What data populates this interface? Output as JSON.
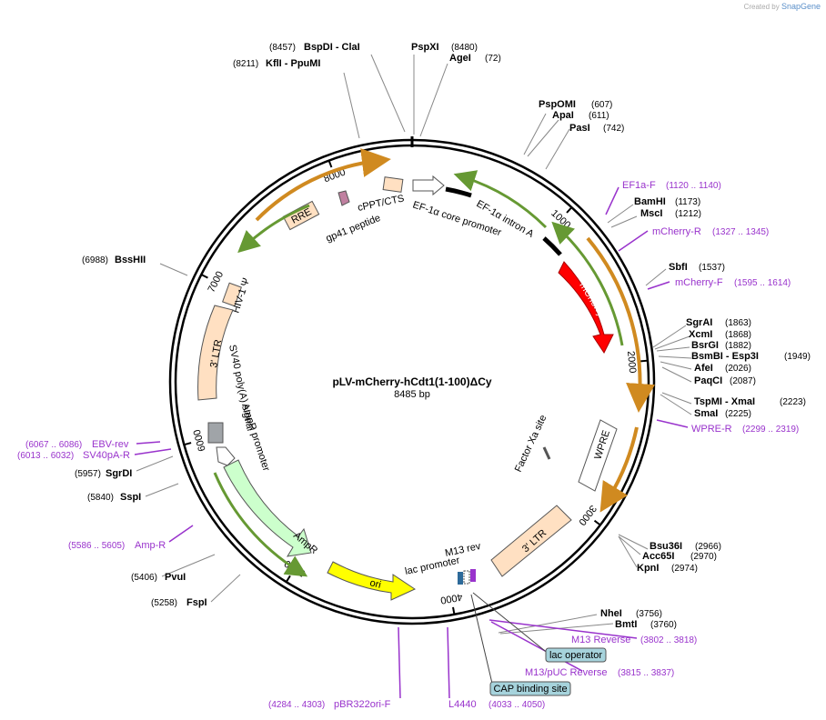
{
  "credit": {
    "prefix": "Created by",
    "brand": "SnapGene"
  },
  "plasmid": {
    "name": "pLV-mCherry-hCdt1(1-100)ΔCy",
    "length": "8485 bp"
  },
  "scale_ticks": [
    "1000",
    "2000",
    "3000",
    "4000",
    "5000",
    "6000",
    "7000",
    "8000"
  ],
  "sites": [
    {
      "pos": "(8457)",
      "name": "BspDI   - ClaI"
    },
    {
      "pos": "(8211)",
      "name": "KflI   - PpuMI"
    },
    {
      "name": "PspXI",
      "pos": "(8480)"
    },
    {
      "name": "AgeI",
      "pos": "(72)"
    },
    {
      "name": "PspOMI",
      "pos": "(607)"
    },
    {
      "name": "ApaI",
      "pos": "(611)"
    },
    {
      "name": "PasI",
      "pos": "(742)"
    },
    {
      "name": "BamHI",
      "pos": "(1173)"
    },
    {
      "name": "MscI",
      "pos": "(1212)"
    },
    {
      "name": "SbfI",
      "pos": "(1537)"
    },
    {
      "name": "SgrAI",
      "pos": "(1863)"
    },
    {
      "name": "XcmI",
      "pos": "(1868)"
    },
    {
      "name": "BsrGI",
      "pos": "(1882)"
    },
    {
      "name": "BsmBI   - Esp3I",
      "pos": "(1949)"
    },
    {
      "name": "AfeI",
      "pos": "(2026)"
    },
    {
      "name": "PaqCI",
      "pos": "(2087)"
    },
    {
      "name": "TspMI   - XmaI",
      "pos": "(2223)"
    },
    {
      "name": "SmaI",
      "pos": "(2225)"
    },
    {
      "name": "Bsu36I",
      "pos": "(2966)"
    },
    {
      "name": "Acc65I",
      "pos": "(2970)"
    },
    {
      "name": "KpnI",
      "pos": "(2974)"
    },
    {
      "name": "NheI",
      "pos": "(3756)"
    },
    {
      "name": "BmtI",
      "pos": "(3760)"
    },
    {
      "pos": "(6988)",
      "name": "BssHII"
    },
    {
      "pos": "(5957)",
      "name": "SgrDI"
    },
    {
      "pos": "(5840)",
      "name": "SspI"
    },
    {
      "pos": "(5406)",
      "name": "PvuI"
    },
    {
      "pos": "(5258)",
      "name": "FspI"
    }
  ],
  "primers": [
    {
      "name": "EF1a-F",
      "range": "(1120 .. 1140)"
    },
    {
      "name": "mCherry-R",
      "range": "(1327 .. 1345)"
    },
    {
      "name": "mCherry-F",
      "range": "(1595 .. 1614)"
    },
    {
      "name": "WPRE-R",
      "range": "(2299 .. 2319)"
    },
    {
      "name": "M13 Reverse",
      "range": "(3802 .. 3818)"
    },
    {
      "name": "M13/pUC Reverse",
      "range": "(3815 .. 3837)"
    },
    {
      "name": "L4440",
      "range": "(4033 .. 4050)"
    },
    {
      "name": "pBR322ori-F",
      "range": "(4284 .. 4303)"
    },
    {
      "name": "Amp-R",
      "range": "(5586 .. 5605)"
    },
    {
      "name": "SV40pA-R",
      "range": "(6013 .. 6032)"
    },
    {
      "name": "EBV-rev",
      "range": "(6067 .. 6086)"
    }
  ],
  "boxed_features": {
    "lac_operator": "lac operator",
    "cap_binding_site": "CAP binding site"
  },
  "features": {
    "ef1a_core_promoter": "EF-1α core promoter",
    "ef1a_intron": "EF-1α intron A",
    "mcherry": "mCherry",
    "wpre": "WPRE",
    "factor_xa": "Factor Xa site",
    "ltr3_right": "3' LTR",
    "m13_rev": "M13 rev",
    "lac_promoter": "lac promoter",
    "ori": "ori",
    "ampr": "AmpR",
    "ampr_promoter": "AmpR promoter",
    "sv40_polya": "SV40 poly(A) signal",
    "ltr3_left": "3' LTR",
    "hiv_psi": "HIV-1 Ψ",
    "rre": "RRE",
    "gp41": "gp41 peptide",
    "cppt": "cPPT/CTS"
  },
  "colors": {
    "backbone": "#000000",
    "mcherry": "#ff0000",
    "ori": "#ffff00",
    "ampr": "#ccffcc",
    "ltr": "#ffe0c2",
    "primer": "#9933cc",
    "green_arrow": "#669933",
    "orange_arrow": "#e0a040",
    "boxed_feature": "#a6d3dc"
  }
}
